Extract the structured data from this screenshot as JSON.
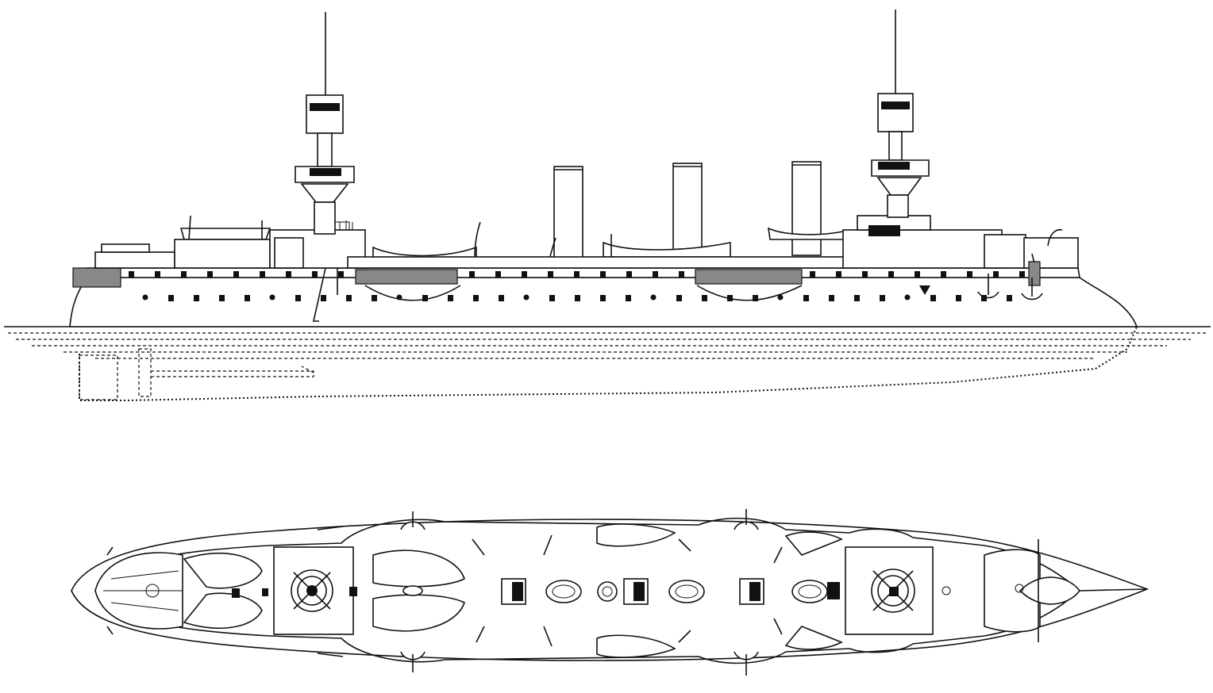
{
  "views": [
    {
      "id": "side",
      "label": ""
    },
    {
      "id": "plan",
      "label": ""
    }
  ],
  "colors": {
    "ink": "#111111",
    "paper": "#ffffff",
    "hatch": "#888888"
  },
  "features": {
    "masts": 2,
    "funnels": 3,
    "main_turrets": 2
  }
}
